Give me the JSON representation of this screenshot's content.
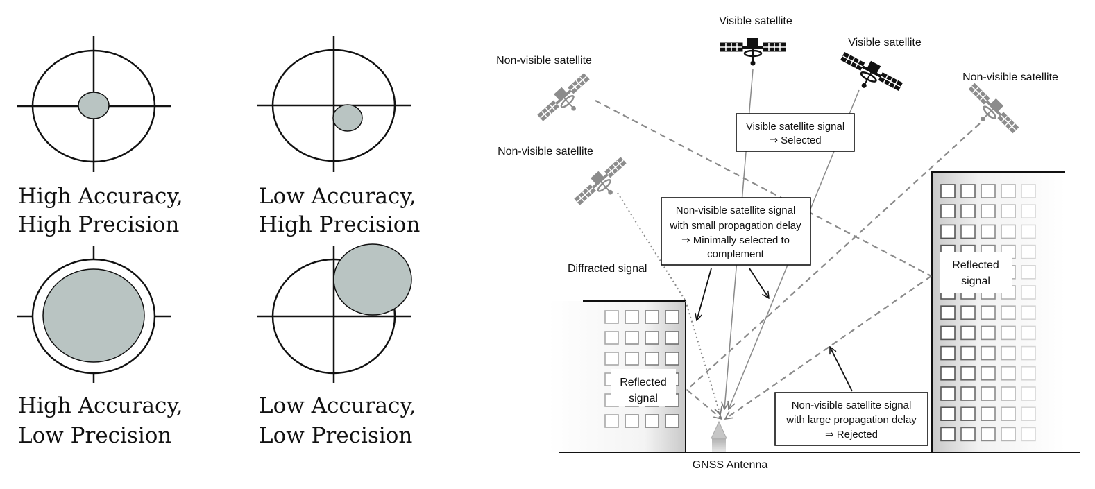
{
  "accuracy_precision": {
    "cells": [
      {
        "line1": "High Accuracy,",
        "line2": "High Precision"
      },
      {
        "line1": "Low Accuracy,",
        "line2": "High Precision"
      },
      {
        "line1": "High Accuracy,",
        "line2": "Low Precision"
      },
      {
        "line1": "Low Accuracy,",
        "line2": "Low Precision"
      }
    ],
    "fill_color": "#b9c4c2"
  },
  "gnss": {
    "satellites": {
      "visible_1": "Visible satellite",
      "visible_2": "Visible satellite",
      "nonvisible_left": "Non-visible satellite",
      "nonvisible_right": "Non-visible satellite",
      "nonvisible_mid": "Non-visible satellite"
    },
    "boxes": {
      "visible": [
        "Visible satellite signal",
        "⇒ Selected"
      ],
      "small_delay": [
        "Non-visible satellite signal",
        "with small propagation delay",
        "⇒ Minimally selected to",
        "complement"
      ],
      "large_delay": [
        "Non-visible satellite signal",
        "with large propagation delay",
        "⇒ Rejected"
      ]
    },
    "labels": {
      "diffracted": "Diffracted signal",
      "reflected_left": [
        "Reflected",
        "signal"
      ],
      "reflected_right": [
        "Reflected",
        "signal"
      ],
      "antenna": "GNSS Antenna"
    },
    "icons": [
      "satellite-icon",
      "antenna-icon",
      "building-icon"
    ]
  }
}
